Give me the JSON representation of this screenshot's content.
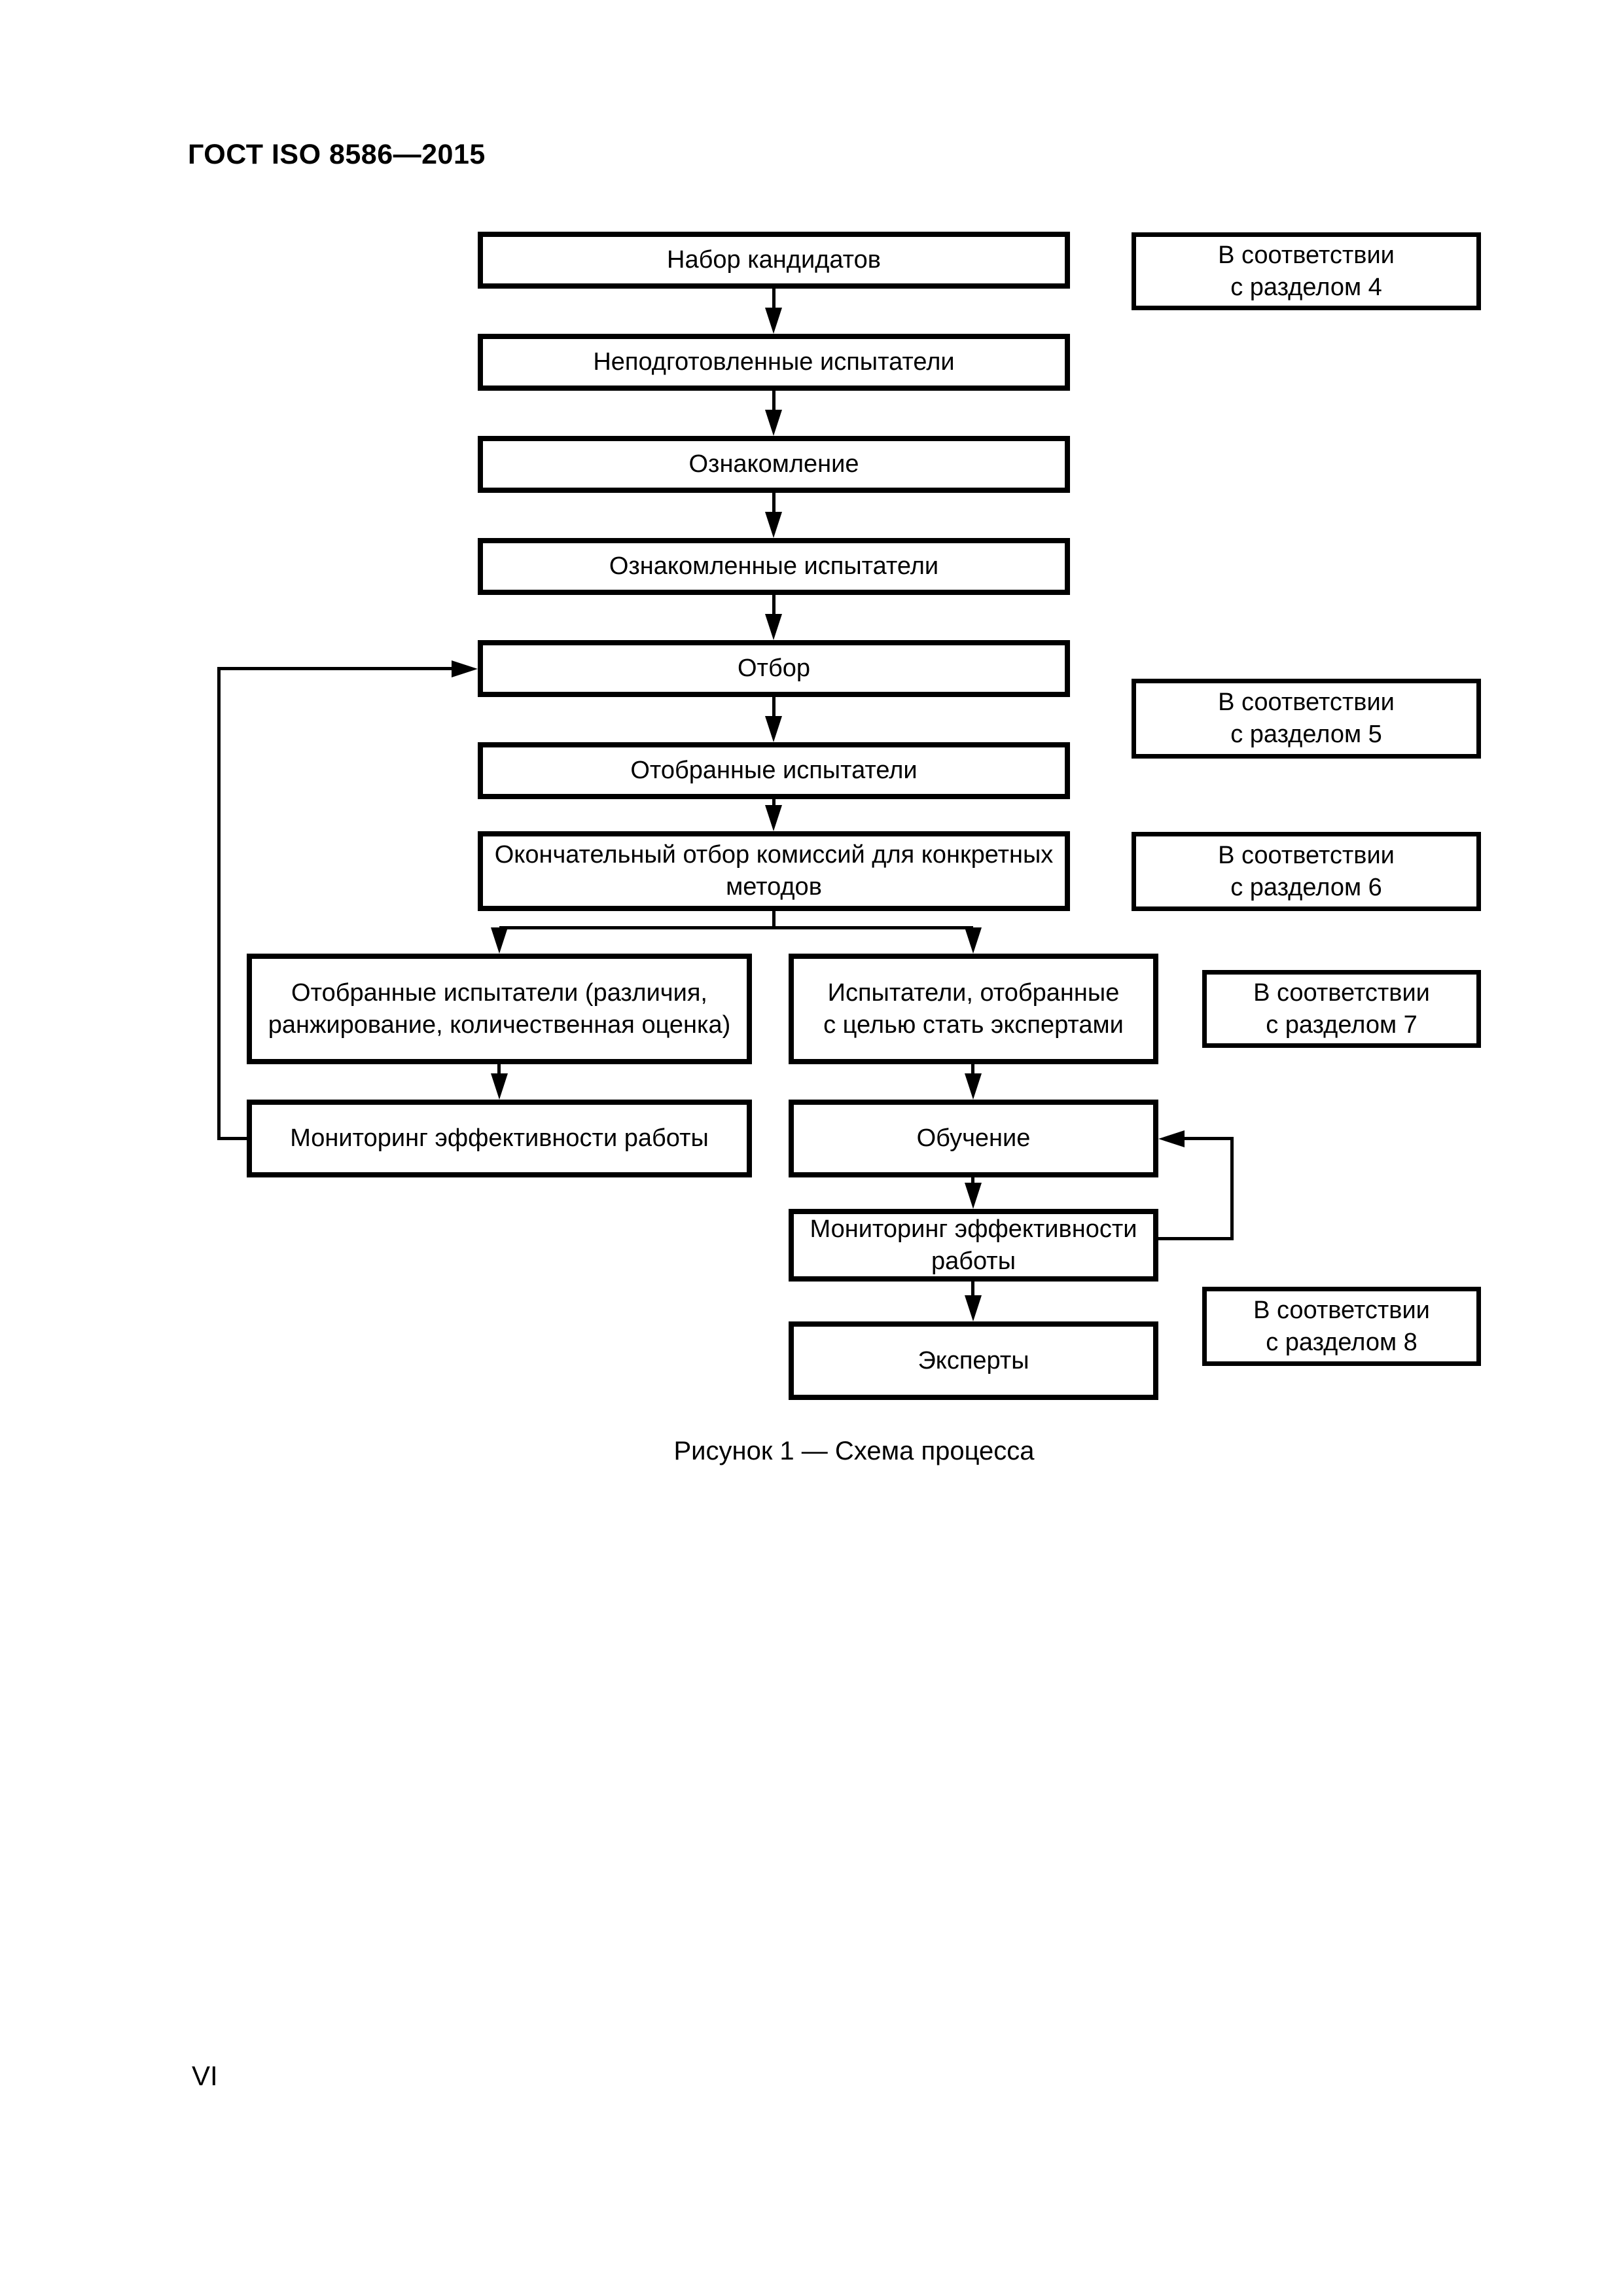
{
  "page": {
    "header": "ГОСТ ISO 8586—2015",
    "page_number": "VI"
  },
  "figure": {
    "caption": "Рисунок 1 — Схема процесса",
    "nodes": {
      "recruitment": [
        "Набор кандидатов"
      ],
      "untrained": [
        "Неподготовленные испытатели"
      ],
      "familiarization": [
        "Ознакомление"
      ],
      "familiarized": [
        "Ознакомленные испытатели"
      ],
      "selection": [
        "Отбор"
      ],
      "selected": [
        "Отобранные испытатели"
      ],
      "final_selection": [
        "Окончательный отбор комиссий для конкретных",
        "методов"
      ],
      "selected_methods": [
        "Отобранные испытатели (различия,",
        "ранжирование, количественная оценка)"
      ],
      "expert_candidates": [
        "Испытатели, отобранные",
        "с целью стать экспертами"
      ],
      "monitoring_assessors": [
        "Мониторинг эффективности работы"
      ],
      "training": [
        "Обучение"
      ],
      "monitoring_experts": [
        "Мониторинг эффективности",
        "работы"
      ],
      "experts": [
        "Эксперты"
      ]
    },
    "notes": {
      "section4": [
        "В соответствии",
        "с разделом 4"
      ],
      "section5": [
        "В соответствии",
        "с разделом 5"
      ],
      "section6": [
        "В соответствии",
        "с разделом 6"
      ],
      "section7": [
        "В соответствии",
        "с разделом 7"
      ],
      "section8": [
        "В соответствии",
        "с разделом 8"
      ]
    }
  }
}
